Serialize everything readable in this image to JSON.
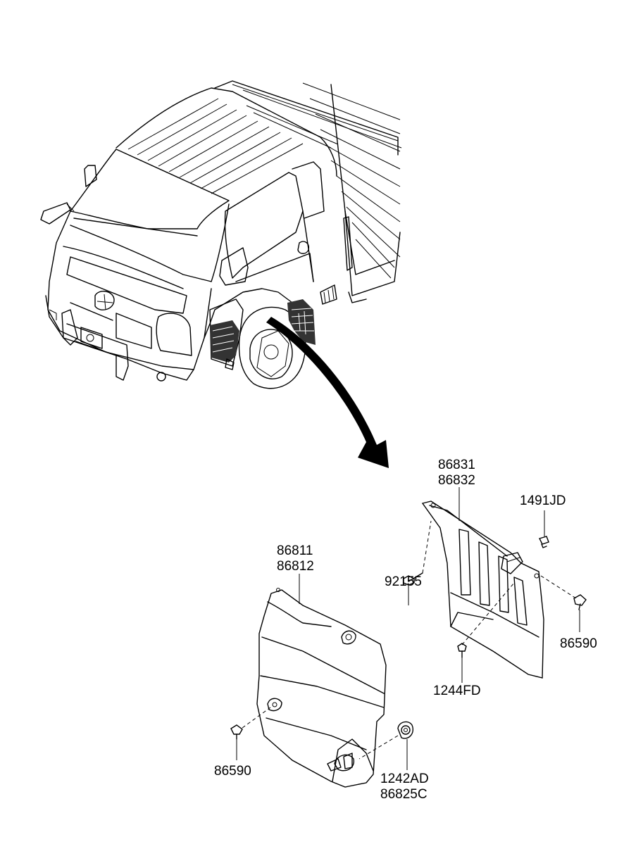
{
  "labels": {
    "upper_panel": [
      "86831",
      "86832"
    ],
    "clip_upper": "1491JD",
    "screw_upper": "92155",
    "grommet_right": "86590",
    "screw_lower": "1244FD",
    "lower_panel": [
      "86811",
      "86812"
    ],
    "grommet_left": "86590",
    "nut_bottom": [
      "1242AD",
      "86825C"
    ]
  },
  "icons": [
    "truck-illustration",
    "callout-arrow",
    "front-mud-guard-panel",
    "rear-mud-guard-panel",
    "bolt-icon",
    "clip-icon",
    "grommet-icon",
    "nut-icon"
  ]
}
